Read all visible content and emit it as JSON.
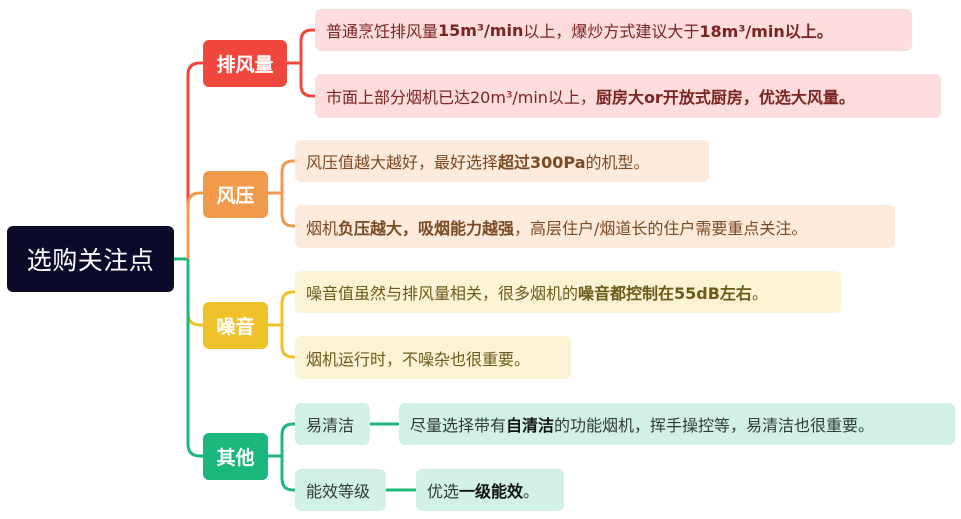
{
  "root": {
    "label": "选购关注点",
    "color": "#0c0a2a"
  },
  "branches": [
    {
      "id": "air-volume",
      "label": "排风量",
      "color": "#f0473c",
      "leaf_bg": "#fcdcdc",
      "leaves": [
        {
          "parts": [
            {
              "text": "普通烹饪排风量",
              "bold": false
            },
            {
              "text": "15m³/min",
              "bold": true
            },
            {
              "text": "以上，爆炒方式建议大于",
              "bold": false
            },
            {
              "text": "18m³/min以上。",
              "bold": true
            }
          ]
        },
        {
          "parts": [
            {
              "text": "市面上部分烟机已达20m³/min以上，",
              "bold": false
            },
            {
              "text": "厨房大or开放式厨房，优选大风量。",
              "bold": true
            }
          ]
        }
      ]
    },
    {
      "id": "air-pressure",
      "label": "风压",
      "color": "#f19a4c",
      "leaf_bg": "#fdeadb",
      "leaves": [
        {
          "parts": [
            {
              "text": "风压值越大越好，最好选择",
              "bold": false
            },
            {
              "text": "超过300Pa",
              "bold": true
            },
            {
              "text": "的机型。",
              "bold": false
            }
          ]
        },
        {
          "parts": [
            {
              "text": "烟机",
              "bold": false
            },
            {
              "text": "负压越大，吸烟能力越强",
              "bold": true
            },
            {
              "text": "，高层住户/烟道长的住户需要重点关注。",
              "bold": false
            }
          ]
        }
      ]
    },
    {
      "id": "noise",
      "label": "噪音",
      "color": "#efc22a",
      "leaf_bg": "#fcf3d4",
      "leaves": [
        {
          "parts": [
            {
              "text": "噪音值虽然与排风量相关，很多烟机的",
              "bold": false
            },
            {
              "text": "噪音都控制在55dB左右",
              "bold": true
            },
            {
              "text": "。",
              "bold": false
            }
          ]
        },
        {
          "parts": [
            {
              "text": "烟机运行时，不噪杂也很重要。",
              "bold": false
            }
          ]
        }
      ]
    },
    {
      "id": "others",
      "label": "其他",
      "color": "#1cb77a",
      "leaf_bg": "#d2f1e5",
      "subtopics": [
        {
          "label": "易清洁",
          "detail": [
            {
              "text": "尽量选择带有",
              "bold": false
            },
            {
              "text": "自清洁",
              "bold": true
            },
            {
              "text": "的功能烟机，挥手操控等，易清洁也很重要。",
              "bold": false
            }
          ]
        },
        {
          "label": "能效等级",
          "detail": [
            {
              "text": "优选",
              "bold": false
            },
            {
              "text": "一级能效",
              "bold": true
            },
            {
              "text": "。",
              "bold": false
            }
          ]
        }
      ]
    }
  ]
}
